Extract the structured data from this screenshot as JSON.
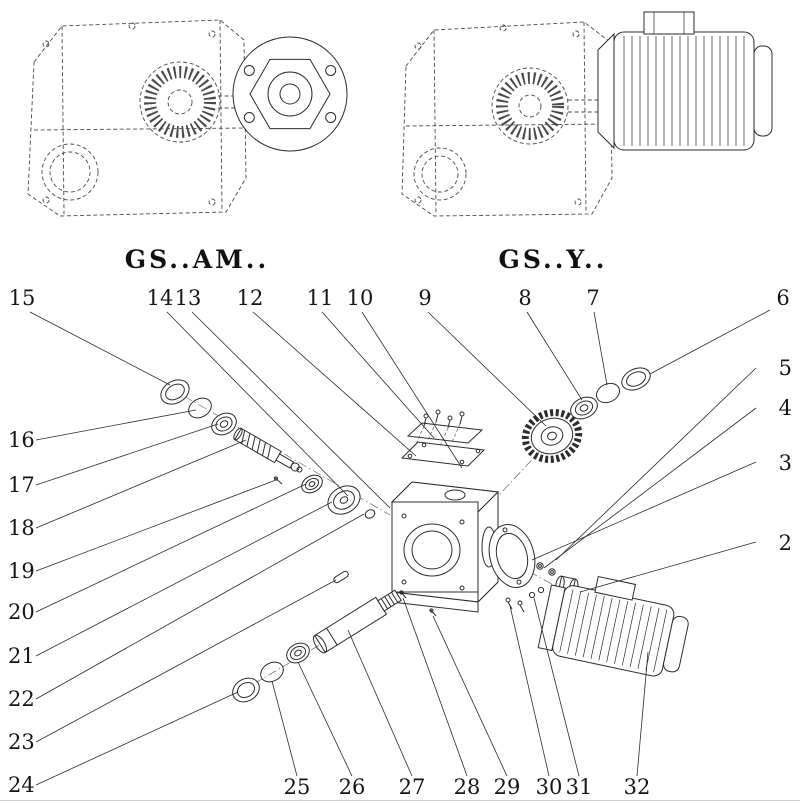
{
  "figures": {
    "left_caption": "GS..AM..",
    "right_caption": "GS..Y.."
  },
  "callouts": {
    "c2": "2",
    "c3": "3",
    "c4": "4",
    "c5": "5",
    "c6": "6",
    "c7": "7",
    "c8": "8",
    "c9": "9",
    "c10": "10",
    "c11": "11",
    "c12": "12",
    "c13": "13",
    "c14": "14",
    "c15": "15",
    "c16": "16",
    "c17": "17",
    "c18": "18",
    "c19": "19",
    "c20": "20",
    "c21": "21",
    "c22": "22",
    "c23": "23",
    "c24": "24",
    "c25": "25",
    "c26": "26",
    "c27": "27",
    "c28": "28",
    "c29": "29",
    "c30": "30",
    "c31": "31",
    "c32": "32"
  }
}
